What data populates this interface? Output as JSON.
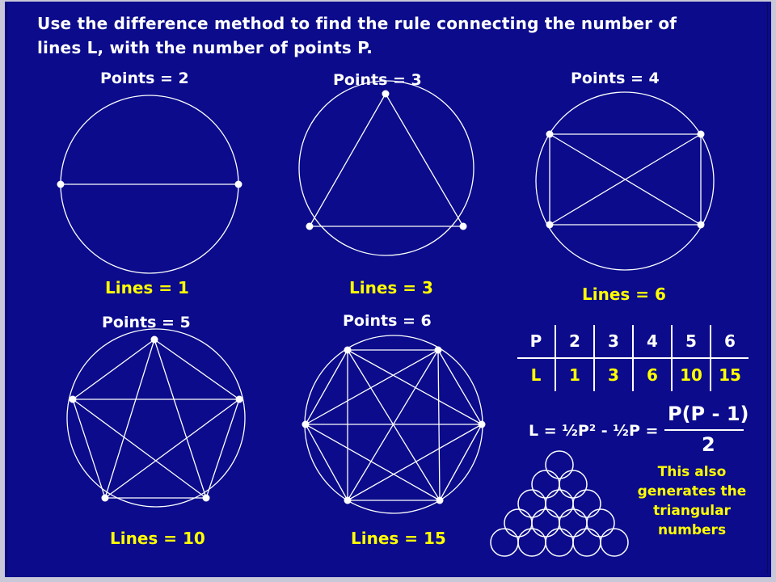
{
  "instruction": "Use the difference method to find the rule connecting the number of lines L, with the number of points P.",
  "diagrams": [
    {
      "points_label": "Points = 2",
      "lines_label": "Lines = 1",
      "points": 2
    },
    {
      "points_label": "Points = 3",
      "lines_label": "Lines = 3",
      "points": 3
    },
    {
      "points_label": "Points = 4",
      "lines_label": "Lines = 6",
      "points": 4
    },
    {
      "points_label": "Points = 5",
      "lines_label": "Lines = 10",
      "points": 5
    },
    {
      "points_label": "Points = 6",
      "lines_label": "Lines = 15",
      "points": 6
    }
  ],
  "table": {
    "p_header": "P",
    "l_header": "L",
    "p_values": [
      "2",
      "3",
      "4",
      "5",
      "6"
    ],
    "l_values": [
      "1",
      "3",
      "6",
      "10",
      "15"
    ]
  },
  "formula": {
    "lhs": "L = ½P² - ½P =",
    "numerator": "P(P - 1)",
    "denominator": "2"
  },
  "note": "This also generates the triangular numbers",
  "triangle_rows": 5,
  "colors": {
    "background": "#0b0b8c",
    "text": "#ffffff",
    "highlight": "#ffff00"
  }
}
